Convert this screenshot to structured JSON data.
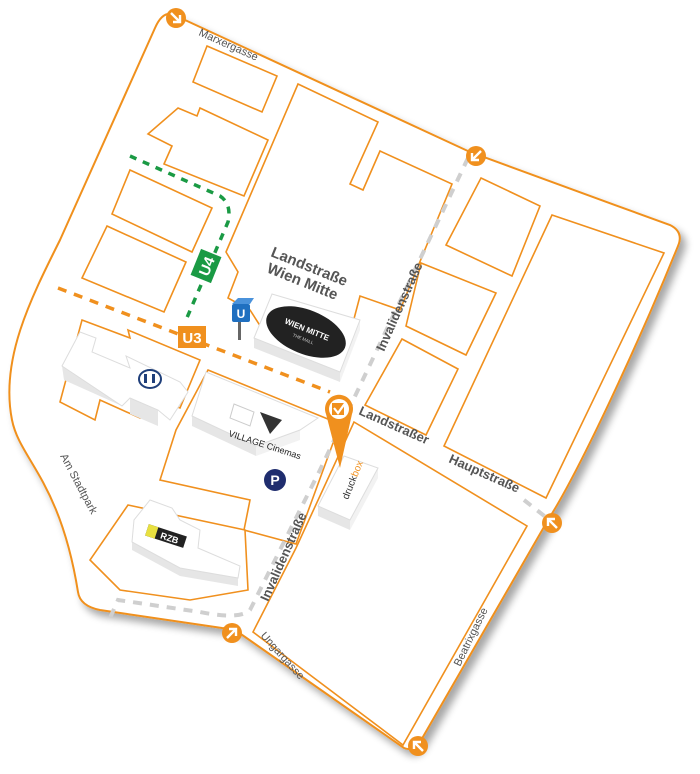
{
  "map": {
    "district_label_line1": "Landstraße",
    "district_label_line2": "Wien Mitte",
    "colors": {
      "road_outline": "#f0901e",
      "u3_line": "#f0901e",
      "u4_line": "#1a9a44",
      "tram_line": "#cfcfcf",
      "ubahn_stop": "#1f6fc0",
      "parking": "#1f2d6e",
      "label_text": "#555555"
    },
    "streets": {
      "marxergasse": "Marxergasse",
      "invalidenstrasse_north": "Invalidenstraße",
      "invalidenstrasse_south": "Invalidenstraße",
      "landstrasser": "Landstraßer",
      "hauptstrasse": "Hauptstraße",
      "am_stadtpark": "Am Stadtpark",
      "ungargasse": "Ungargasse",
      "beatrixgasse": "Beatrixgasse"
    },
    "transit": {
      "u4_label": "U4",
      "u3_label": "U3",
      "ubahn_stop_label": "U"
    },
    "landmarks": {
      "wien_mitte_line1": "WIEN MITTE",
      "wien_mitte_line2": "THE MALL",
      "village_cinemas": "VILLAGE Cinemas",
      "parking_label": "P",
      "rzb_label": "RZB",
      "druckbox_part1": "druck",
      "druckbox_part2": "box"
    },
    "entry_arrows": [
      {
        "id": "top-left",
        "direction": "down-right"
      },
      {
        "id": "top-mid",
        "direction": "down-left"
      },
      {
        "id": "right",
        "direction": "up-left"
      },
      {
        "id": "bottom-left",
        "direction": "up-right"
      },
      {
        "id": "bottom",
        "direction": "up-left"
      }
    ]
  }
}
